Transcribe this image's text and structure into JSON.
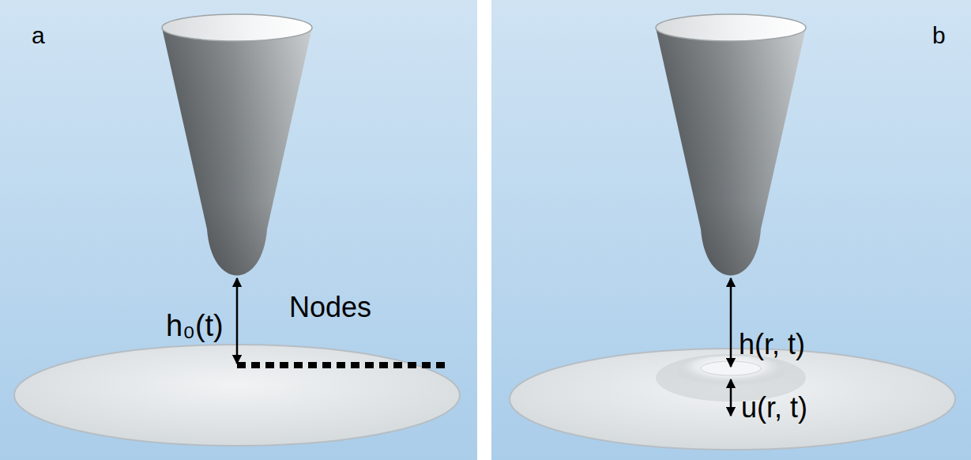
{
  "diagram": {
    "labels": [
      "a",
      "h₀(t)",
      "Nodes",
      "b",
      "h(r, t)",
      "u(r, t)"
    ]
  }
}
